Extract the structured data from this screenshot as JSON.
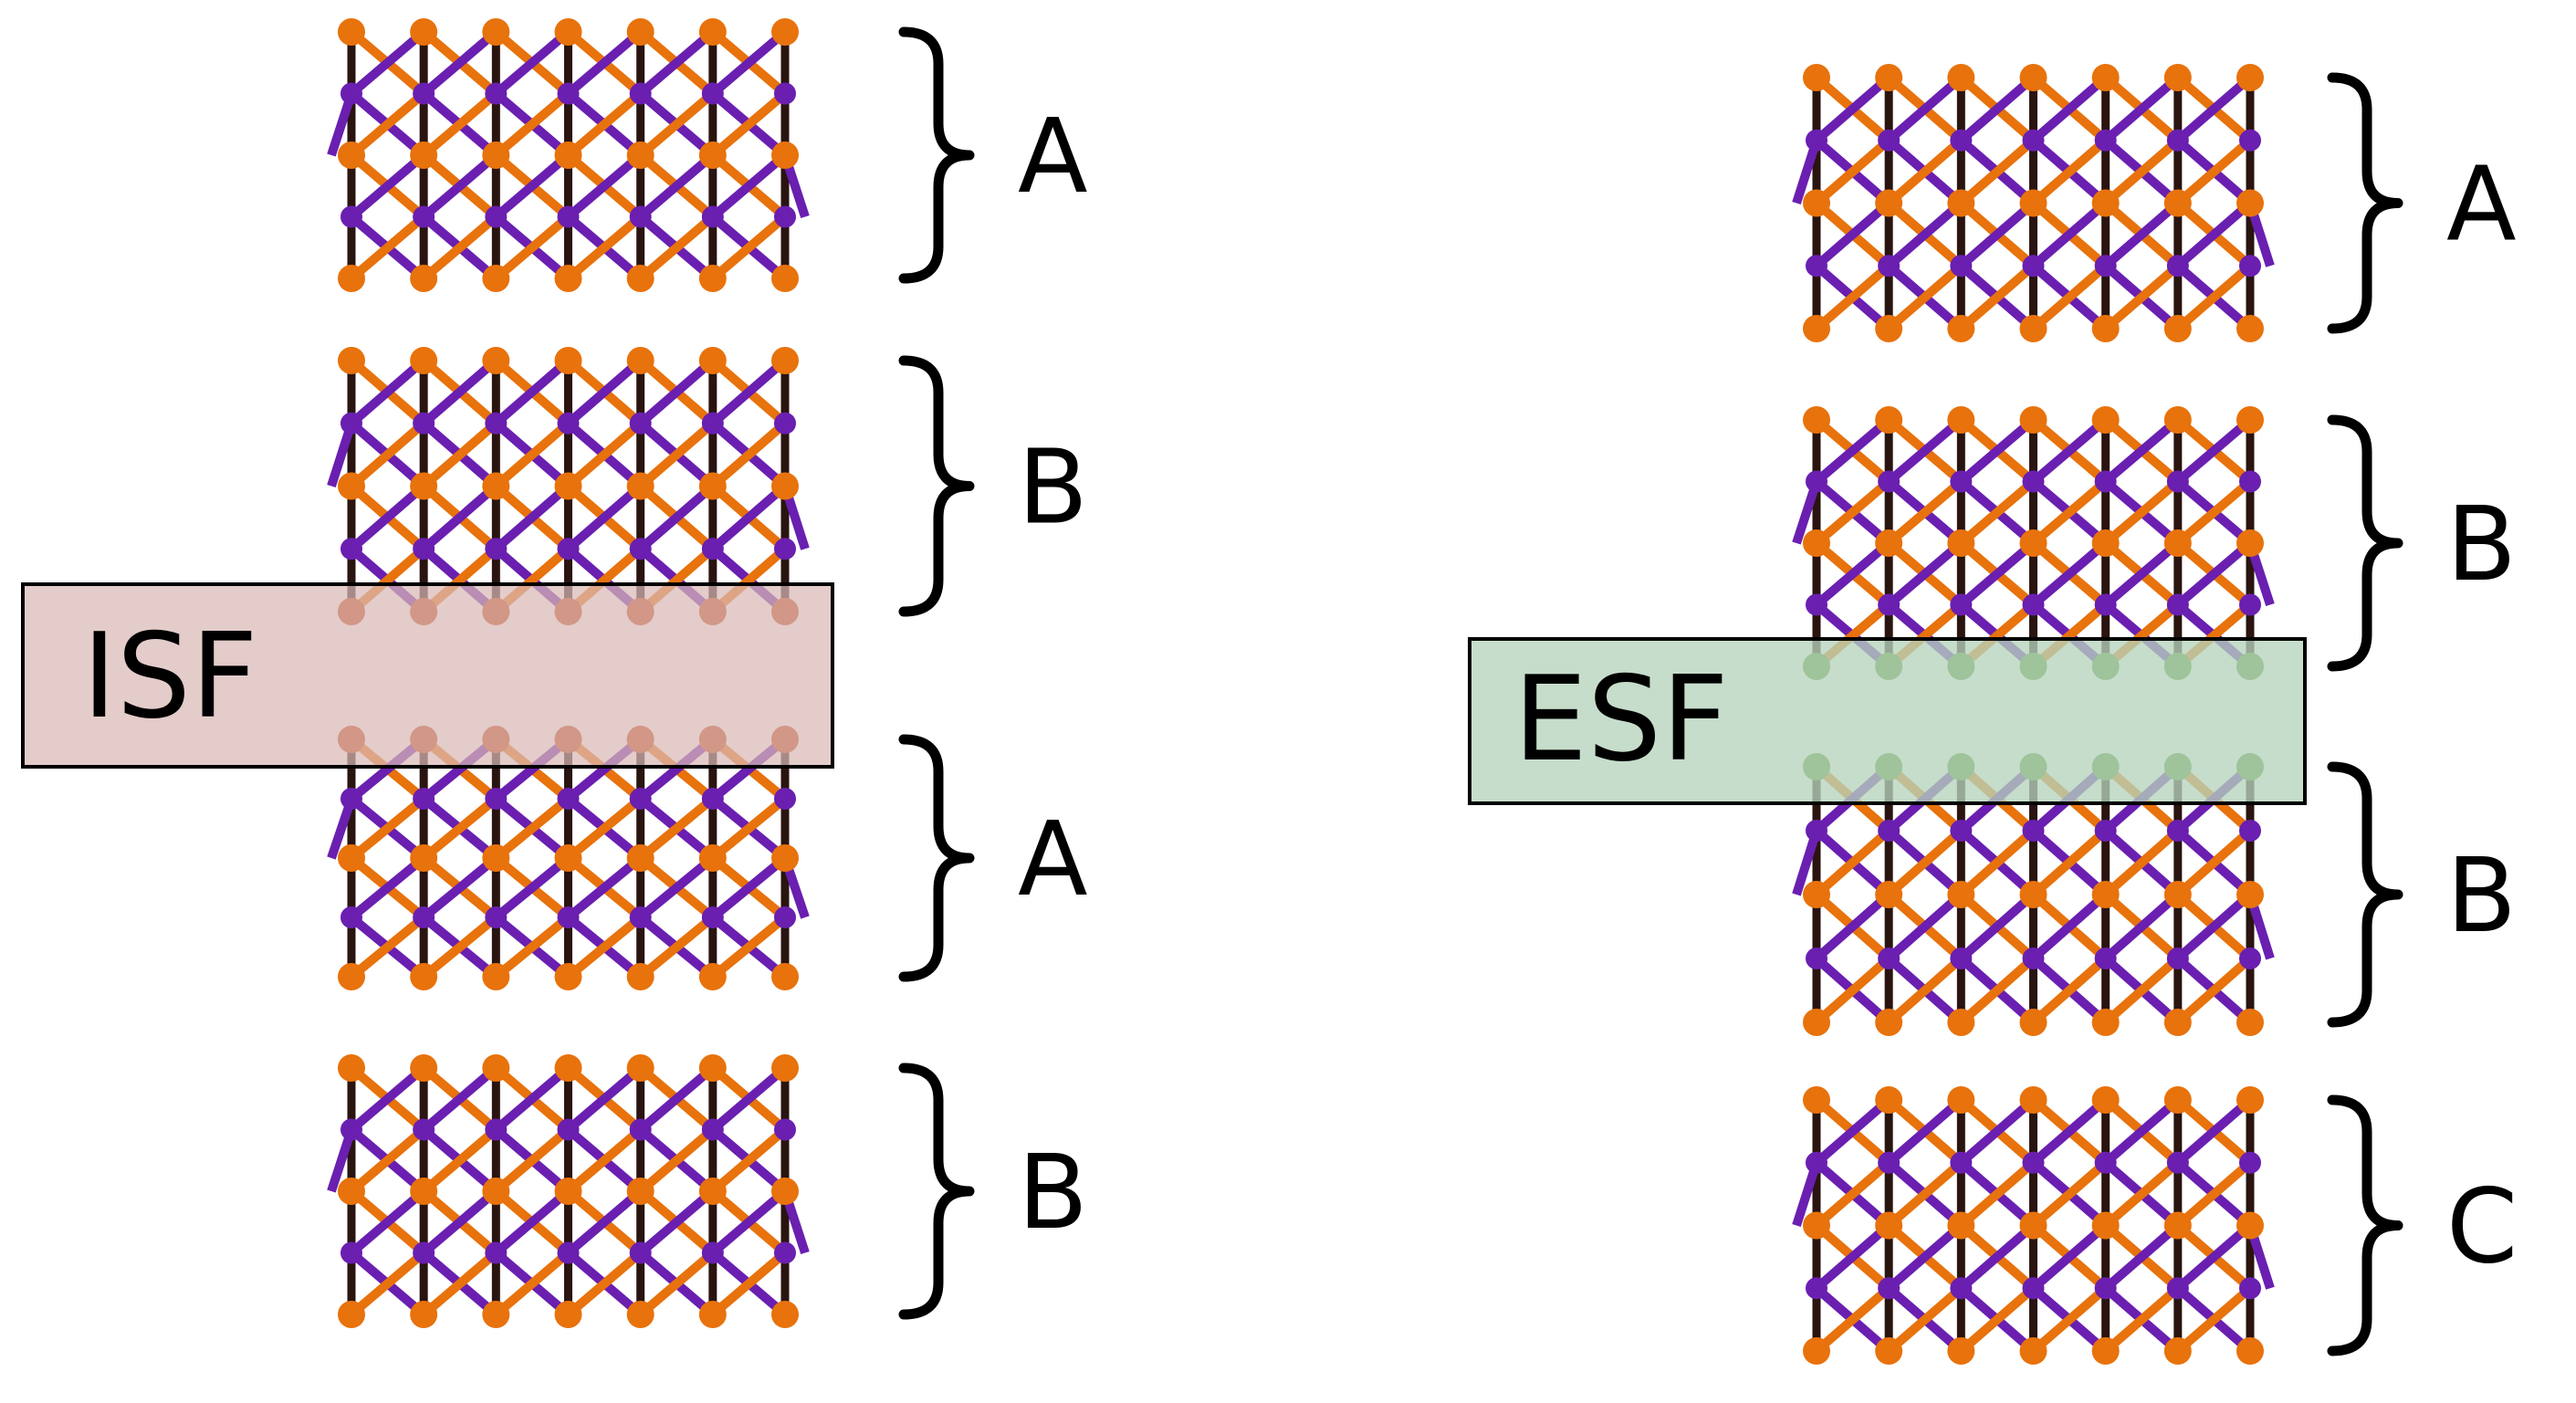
{
  "panels": [
    {
      "layers": [
        "A",
        "B",
        "A",
        "B"
      ],
      "fault": {
        "label": "ISF",
        "color": "#d8b8b6",
        "atom_color": "#c0400d"
      }
    },
    {
      "layers": [
        "A",
        "B",
        "B",
        "C"
      ],
      "fault": {
        "label": "ESF",
        "color": "#b6d4bd",
        "atom_color": "#4e8a22"
      }
    }
  ],
  "colors": {
    "orange_atom": "#e8720c",
    "purple_atom": "#6a1fb0",
    "vertical_bond": "#2a1410",
    "fault_outline": "#000000"
  }
}
